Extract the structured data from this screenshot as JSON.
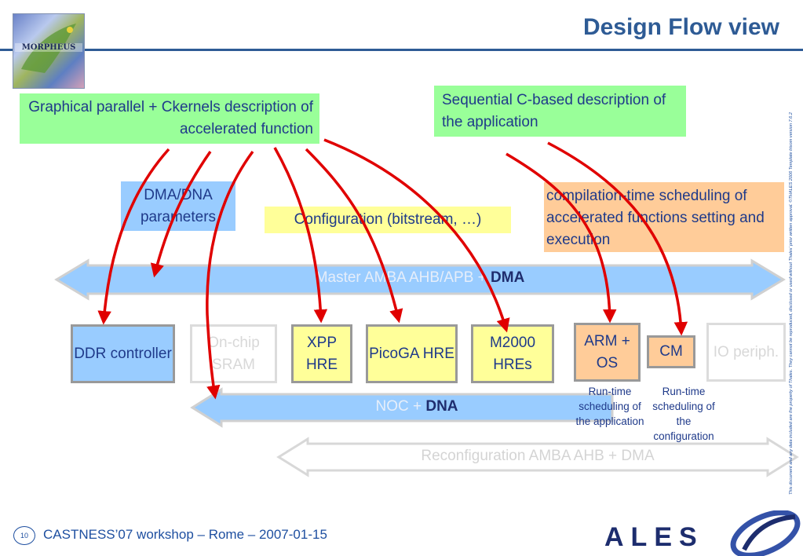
{
  "slide": {
    "title": "Design Flow view",
    "logo_text": "MORPHEUS"
  },
  "notes": {
    "graphical": "Graphical parallel + Ckernels description of accelerated function",
    "sequential": "Sequential C-based description of the application",
    "dma_params": "DMA/DNA parameters",
    "configuration": "Configuration (bitstream, …)",
    "scheduling": "compilation-time scheduling of accelerated functions setting and execution"
  },
  "buses": {
    "master_prefix": "Master AMBA AHB/APB + ",
    "master_bold": "DMA",
    "noc_prefix": "NOC + ",
    "noc_bold": "DNA",
    "reconf": "Reconfiguration AMBA AHB + DMA"
  },
  "blocks": {
    "ddr": "DDR controller",
    "sram": "On-chip SRAM",
    "xpp": "XPP HRE",
    "picoga": "PicoGA HRE",
    "m2000": "M2000 HREs",
    "arm": "ARM + OS",
    "cm": "CM",
    "io": "IO periph."
  },
  "runtime_notes": {
    "app": "Run-time scheduling of the application",
    "config": "Run-time scheduling of the configuration"
  },
  "footer": {
    "page": "10",
    "text": "CASTNESS’07 workshop – Rome – 2007-01-15",
    "brand": "ALES",
    "disclaimer": "This document and any data included are the property of Thales. They cannot be reproduced, disclosed or used without Thales' prior written approval. ©THALES 2006 Template trixom version 7.6.2"
  },
  "colors": {
    "title_blue": "#2e5b95",
    "note_green": "#99ff99",
    "bus_blue": "#99ccff",
    "config_yellow": "#ffff99",
    "sched_orange": "#ffcc99",
    "arrow_red": "#e00000"
  }
}
